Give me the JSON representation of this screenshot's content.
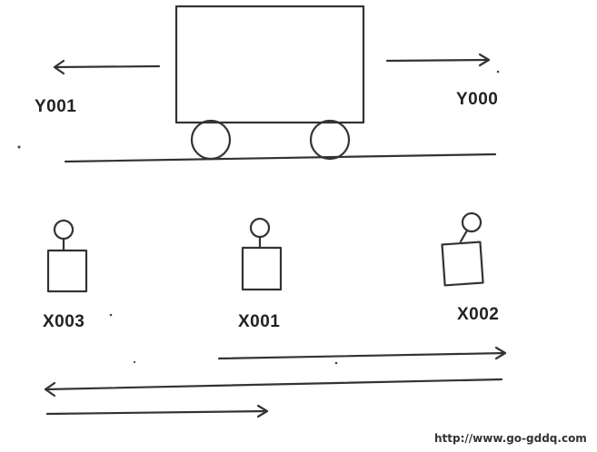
{
  "diagram": {
    "cart": {
      "left_output_label": "Y001",
      "right_output_label": "Y000"
    },
    "sensors": [
      {
        "id": "left",
        "label": "X003"
      },
      {
        "id": "middle",
        "label": "X001"
      },
      {
        "id": "right",
        "label": "X002"
      }
    ]
  },
  "watermark": "http://www.go-gddq.com",
  "colors": {
    "line": "#333333",
    "text": "#222222",
    "background": "#ffffff"
  }
}
